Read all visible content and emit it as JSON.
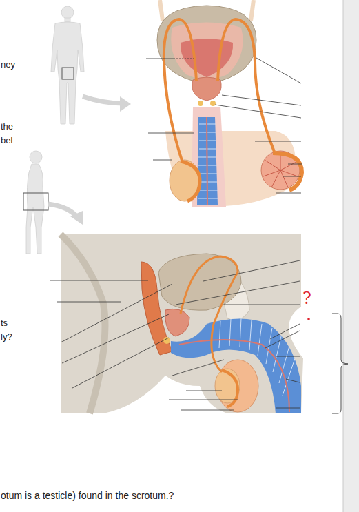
{
  "diagram": {
    "labels": [
      "ney",
      "the",
      "bel",
      "ts",
      "ly?",
      "?",
      "otum is a testicle) found in the scrotum.?"
    ]
  }
}
